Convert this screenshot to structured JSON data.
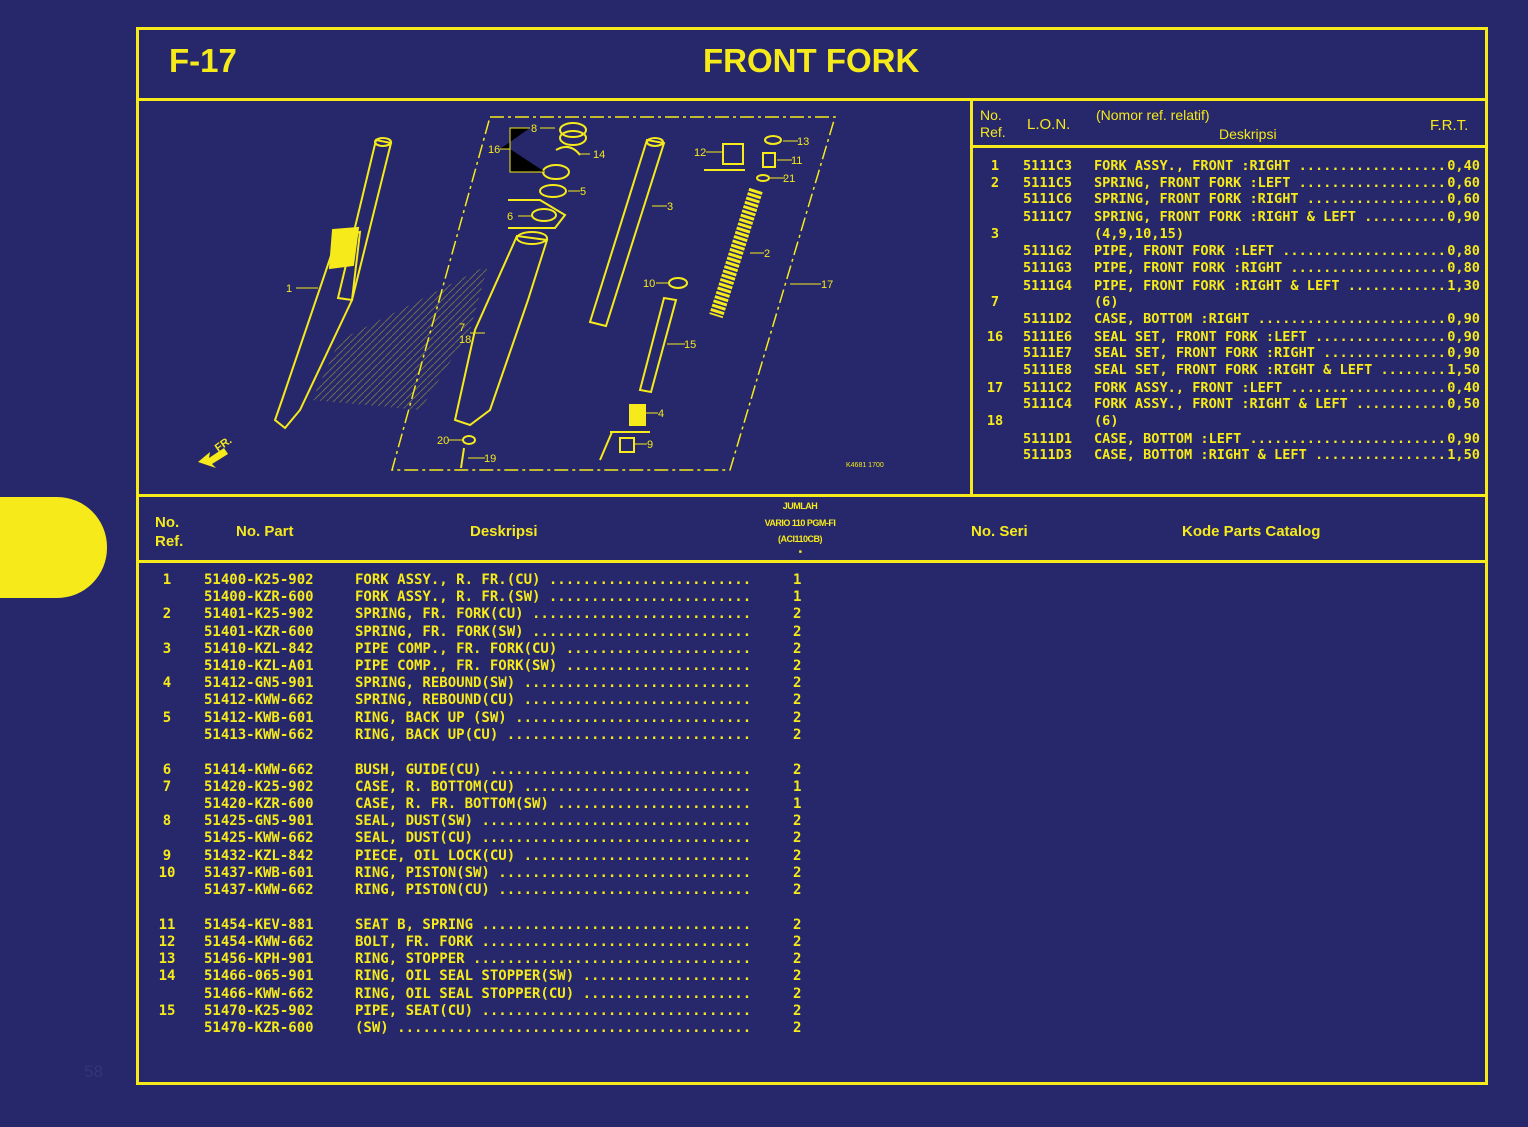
{
  "page": {
    "code": "F-17",
    "title": "FRONT FORK",
    "page_number": "58",
    "colors": {
      "background": "#26286b",
      "accent": "#f6ea1a"
    }
  },
  "diagram": {
    "callouts": [
      "1",
      "2",
      "3",
      "4",
      "5",
      "6",
      "7",
      "8",
      "9",
      "10",
      "11",
      "12",
      "13",
      "14",
      "15",
      "16",
      "17",
      "18",
      "19",
      "20",
      "21"
    ],
    "front_arrow_label": "FR.",
    "drawing_code": "K4681 1700"
  },
  "frt_table": {
    "headers": {
      "ref": "No. Ref.",
      "lon": "L.O.N.",
      "note": "(Nomor ref. relatif)",
      "desc": "Deskripsi",
      "frt": "F.R.T."
    },
    "rows": [
      {
        "ref": "1",
        "lon": "5111C3",
        "desc": "FORK ASSY., FRONT :RIGHT",
        "frt": "0,40"
      },
      {
        "ref": "2",
        "lon": "5111C5",
        "desc": "SPRING, FRONT FORK :LEFT",
        "frt": "0,60"
      },
      {
        "ref": "",
        "lon": "5111C6",
        "desc": "SPRING, FRONT FORK :RIGHT",
        "frt": "0,60"
      },
      {
        "ref": "",
        "lon": "5111C7",
        "desc": "SPRING, FRONT FORK :RIGHT & LEFT",
        "frt": "0,90"
      },
      {
        "ref": "3",
        "lon": "",
        "desc": "(4,9,10,15)",
        "frt": ""
      },
      {
        "ref": "",
        "lon": "5111G2",
        "desc": "PIPE, FRONT FORK :LEFT",
        "frt": "0,80"
      },
      {
        "ref": "",
        "lon": "5111G3",
        "desc": "PIPE, FRONT FORK :RIGHT",
        "frt": "0,80"
      },
      {
        "ref": "",
        "lon": "5111G4",
        "desc": "PIPE, FRONT FORK :RIGHT & LEFT",
        "frt": "1,30"
      },
      {
        "ref": "7",
        "lon": "",
        "desc": "(6)",
        "frt": ""
      },
      {
        "ref": "",
        "lon": "5111D2",
        "desc": "CASE, BOTTOM :RIGHT",
        "frt": "0,90"
      },
      {
        "ref": "16",
        "lon": "5111E6",
        "desc": "SEAL SET, FRONT FORK :LEFT",
        "frt": "0,90"
      },
      {
        "ref": "",
        "lon": "5111E7",
        "desc": "SEAL SET, FRONT FORK :RIGHT",
        "frt": "0,90"
      },
      {
        "ref": "",
        "lon": "5111E8",
        "desc": "SEAL SET, FRONT FORK :RIGHT & LEFT",
        "frt": "1,50"
      },
      {
        "ref": "17",
        "lon": "5111C2",
        "desc": "FORK ASSY., FRONT :LEFT",
        "frt": "0,40"
      },
      {
        "ref": "",
        "lon": "5111C4",
        "desc": "FORK ASSY., FRONT :RIGHT & LEFT",
        "frt": "0,50"
      },
      {
        "ref": "18",
        "lon": "",
        "desc": "(6)",
        "frt": ""
      },
      {
        "ref": "",
        "lon": "5111D1",
        "desc": "CASE, BOTTOM :LEFT",
        "frt": "0,90"
      },
      {
        "ref": "",
        "lon": "5111D3",
        "desc": "CASE, BOTTOM :RIGHT & LEFT",
        "frt": "1,50"
      }
    ]
  },
  "parts_table": {
    "headers": {
      "ref": "No. Ref.",
      "part_no": "No. Part",
      "desc": "Deskripsi",
      "qty_title": "JUMLAH",
      "qty_model": "VARIO 110 PGM-FI",
      "qty_code": "(ACI110CB)",
      "qty_mark": "■",
      "serial": "No. Seri",
      "catalog": "Kode Parts Catalog"
    },
    "groups": [
      [
        {
          "ref": "1",
          "part": "51400-K25-902",
          "desc": "FORK ASSY., R. FR.(CU)",
          "qty": "1"
        },
        {
          "ref": "",
          "part": "51400-KZR-600",
          "desc": "FORK ASSY., R. FR.(SW) ",
          "qty": "1"
        },
        {
          "ref": "2",
          "part": "51401-K25-902",
          "desc": "SPRING, FR. FORK(CU)",
          "qty": "2"
        },
        {
          "ref": "",
          "part": "51401-KZR-600",
          "desc": "SPRING, FR. FORK(SW) ",
          "qty": "2"
        },
        {
          "ref": "3",
          "part": "51410-KZL-842",
          "desc": "PIPE COMP., FR. FORK(CU) ",
          "qty": "2"
        },
        {
          "ref": "",
          "part": "51410-KZL-A01",
          "desc": "PIPE COMP., FR. FORK(SW) ",
          "qty": "2"
        },
        {
          "ref": "4",
          "part": "51412-GN5-901",
          "desc": "SPRING, REBOUND(SW) ",
          "qty": "2"
        },
        {
          "ref": "",
          "part": "51412-KWW-662",
          "desc": "SPRING, REBOUND(CU)",
          "qty": "2"
        },
        {
          "ref": "5",
          "part": "51412-KWB-601",
          "desc": "RING, BACK UP (SW) ",
          "qty": "2"
        },
        {
          "ref": "",
          "part": "51413-KWW-662",
          "desc": "RING, BACK UP(CU)",
          "qty": "2"
        }
      ],
      [
        {
          "ref": "6",
          "part": "51414-KWW-662",
          "desc": "BUSH, GUIDE(CU)",
          "qty": "2"
        },
        {
          "ref": "7",
          "part": "51420-K25-902",
          "desc": "CASE, R. BOTTOM(CU)",
          "qty": "1"
        },
        {
          "ref": "",
          "part": "51420-KZR-600",
          "desc": "CASE, R. FR. BOTTOM(SW) ",
          "qty": "1"
        },
        {
          "ref": "8",
          "part": "51425-GN5-901",
          "desc": "SEAL, DUST(SW) ",
          "qty": "2"
        },
        {
          "ref": "",
          "part": "51425-KWW-662",
          "desc": "SEAL, DUST(CU) ",
          "qty": "2"
        },
        {
          "ref": "9",
          "part": "51432-KZL-842",
          "desc": "PIECE, OIL LOCK(CU)",
          "qty": "2"
        },
        {
          "ref": "10",
          "part": "51437-KWB-601",
          "desc": "RING, PISTON(SW) ",
          "qty": "2"
        },
        {
          "ref": "",
          "part": "51437-KWW-662",
          "desc": "RING, PISTON(CU)",
          "qty": "2"
        }
      ],
      [
        {
          "ref": "11",
          "part": "51454-KEV-881",
          "desc": "SEAT B, SPRING ",
          "qty": "2"
        },
        {
          "ref": "12",
          "part": "51454-KWW-662",
          "desc": "BOLT, FR. FORK ",
          "qty": "2"
        },
        {
          "ref": "13",
          "part": "51456-KPH-901",
          "desc": "RING, STOPPER ",
          "qty": "2"
        },
        {
          "ref": "14",
          "part": "51466-065-901",
          "desc": "RING, OIL SEAL STOPPER(SW) ",
          "qty": "2"
        },
        {
          "ref": "",
          "part": "51466-KWW-662",
          "desc": "RING, OIL SEAL STOPPER(CU)",
          "qty": "2"
        },
        {
          "ref": "15",
          "part": "51470-K25-902",
          "desc": "PIPE, SEAT(CU) ",
          "qty": "2"
        },
        {
          "ref": "",
          "part": "51470-KZR-600",
          "desc": "(SW) ",
          "qty": "2"
        }
      ]
    ]
  }
}
